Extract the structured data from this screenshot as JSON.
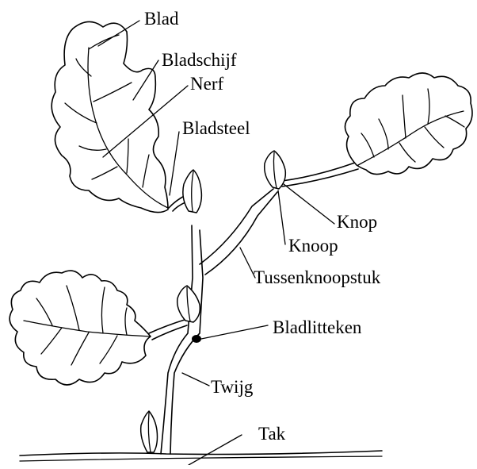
{
  "labels": {
    "blad": "Blad",
    "bladschijf": "Bladschijf",
    "nerf": "Nerf",
    "bladsteel": "Bladsteel",
    "knop": "Knop",
    "knoop": "Knoop",
    "tussenknoopstuk": "Tussenknoopstuk",
    "bladlitteken": "Bladlitteken",
    "twijg": "Twijg",
    "tak": "Tak"
  }
}
